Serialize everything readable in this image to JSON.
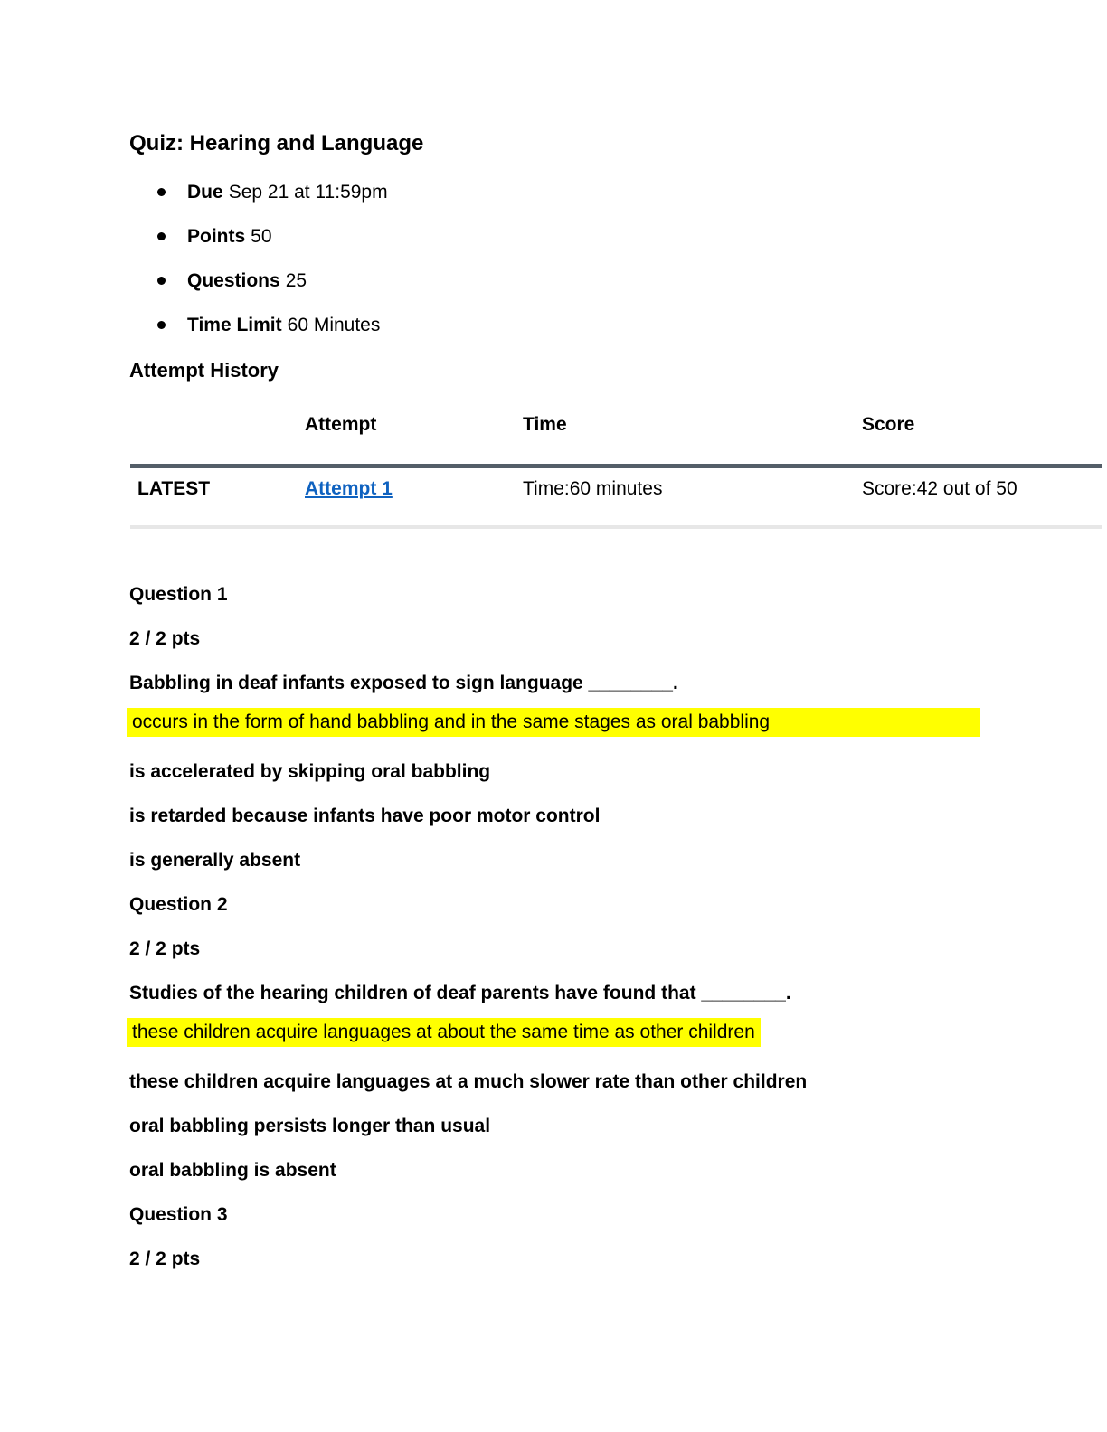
{
  "title": "Quiz: Hearing and Language",
  "meta": [
    {
      "label": "Due",
      "value": "Sep 21 at 11:59pm"
    },
    {
      "label": "Points",
      "value": "50"
    },
    {
      "label": "Questions",
      "value": "25"
    },
    {
      "label": "Time Limit",
      "value": "60 Minutes"
    }
  ],
  "attempt_history": {
    "heading": "Attempt History",
    "columns": [
      "Attempt",
      "Time",
      "Score"
    ],
    "row": {
      "status": "LATEST",
      "attempt": "Attempt 1",
      "time": "Time:60 minutes",
      "score": "Score:42 out of 50"
    }
  },
  "questions": [
    {
      "name": "Question 1",
      "points": "2 / 2 pts",
      "prompt": "Babbling in deaf infants exposed to sign language ________.",
      "highlighted_index": 0,
      "answers": [
        "occurs in the form of hand babbling and in the same stages as oral babbling",
        "is accelerated by skipping oral babbling",
        "is retarded because infants have poor motor control",
        "is generally absent"
      ]
    },
    {
      "name": "Question 2",
      "points": "2 / 2 pts",
      "prompt": "Studies of the hearing children of deaf parents have found that ________.",
      "highlighted_index": 0,
      "answers": [
        "these children acquire languages at about the same time as other children",
        "these children acquire languages at a much slower rate than other children",
        "oral babbling persists longer than usual",
        "oral babbling is absent"
      ]
    },
    {
      "name": "Question 3",
      "points": "2 / 2 pts"
    }
  ],
  "colors": {
    "highlight": "#ffff00",
    "link": "#0f62c0",
    "rule_dark": "#545e68",
    "rule_light": "#e7e7e7"
  }
}
